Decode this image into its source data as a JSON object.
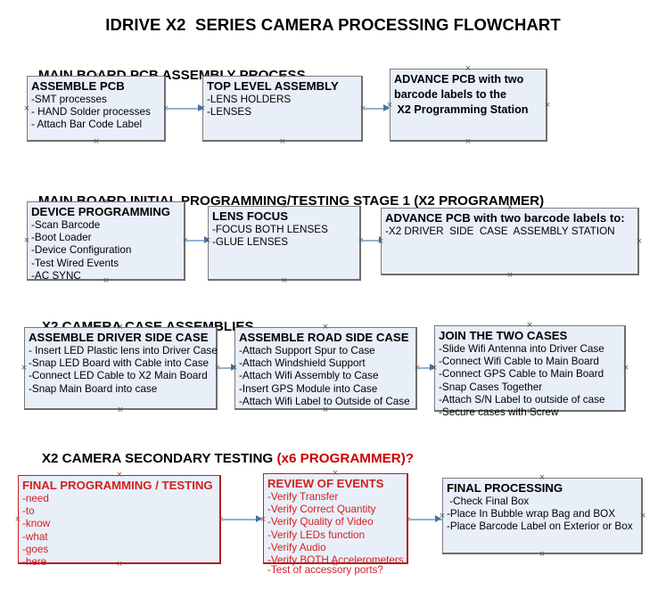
{
  "document": {
    "title": "IDRIVE X2  SERIES CAMERA PROCESSING FLOWCHART"
  },
  "colors": {
    "box_fill": "#e9eff8",
    "box_border": "#7b7b7b",
    "red_accent": "#cc0000",
    "connector": "#95b3d0",
    "arrowhead": "#4472a8"
  },
  "sections": [
    {
      "heading": "MAIN BOARD PCB ASSEMBLY PROCESS",
      "heading_accent": "",
      "boxes": [
        {
          "title": "ASSEMBLE PCB",
          "lines": [
            "-SMT processes",
            "- HAND Solder processes",
            "- Attach Bar Code Label"
          ]
        },
        {
          "title": "TOP LEVEL ASSEMBLY",
          "lines": [
            "-LENS HOLDERS",
            "-LENSES"
          ]
        },
        {
          "title": "ADVANCE PCB with two",
          "lines": [
            "barcode labels to the",
            " X2 Programming Station"
          ]
        }
      ]
    },
    {
      "heading": "MAIN BOARD INITIAL PROGRAMMING/TESTING STAGE 1 (X2 PROGRAMMER)",
      "heading_accent": "",
      "boxes": [
        {
          "title": "DEVICE PROGRAMMING",
          "lines": [
            "-Scan Barcode",
            "-Boot Loader",
            "-Device Configuration",
            "-Test Wired Events",
            "-AC SYNC"
          ]
        },
        {
          "title": "LENS FOCUS",
          "lines": [
            "-FOCUS BOTH LENSES",
            "-GLUE LENSES"
          ]
        },
        {
          "title": "ADVANCE PCB with two barcode labels to:",
          "lines": [
            "-X2 DRIVER  SIDE  CASE  ASSEMBLY STATION"
          ]
        }
      ]
    },
    {
      "heading": "X2 CAMERA CASE ASSEMBLIES",
      "heading_accent": "",
      "boxes": [
        {
          "title": "ASSEMBLE DRIVER SIDE CASE",
          "lines": [
            "- Insert LED Plastic lens into Driver Case",
            "-Snap LED Board with Cable into Case",
            "-Connect LED Cable to X2 Main Board",
            "-Snap Main Board into case"
          ]
        },
        {
          "title": "ASSEMBLE ROAD SIDE CASE",
          "lines": [
            "-Attach Support Spur to Case",
            "-Attach Windshield Support",
            "-Attach Wifi Assembly to Case",
            "-Insert GPS Module into Case",
            "-Attach Wifi Label to Outside of Case"
          ]
        },
        {
          "title": "JOIN THE TWO CASES",
          "lines": [
            "-Slide Wifi Antenna into Driver Case",
            "-Connect Wifi Cable to Main Board",
            "-Connect GPS Cable to Main Board",
            "-Snap Cases Together",
            "-Attach S/N Label to outside of case",
            "-Secure cases with Screw"
          ]
        }
      ]
    },
    {
      "heading": "X2 CAMERA SECONDARY TESTING ",
      "heading_accent": "(x6 PROGRAMMER)?",
      "boxes": [
        {
          "title": "FINAL PROGRAMMING / TESTING",
          "lines": [
            "-need",
            "-to",
            "-know",
            "-what",
            "-goes",
            "-here"
          ]
        },
        {
          "title": "REVIEW OF EVENTS",
          "lines": [
            "-Verify Transfer",
            "-Verify Correct Quantity",
            "-Verify Quality of Video",
            "-Verify LEDs function",
            "-Verify Audio",
            "-Verify BOTH Accelerometers"
          ],
          "overflow_line": "-Test of accessory ports?"
        },
        {
          "title": "FINAL PROCESSING",
          "lines": [
            " -Check Final Box",
            "-Place In Bubble wrap Bag and BOX",
            "-Place Barcode Label on Exterior or Box"
          ]
        }
      ]
    }
  ]
}
